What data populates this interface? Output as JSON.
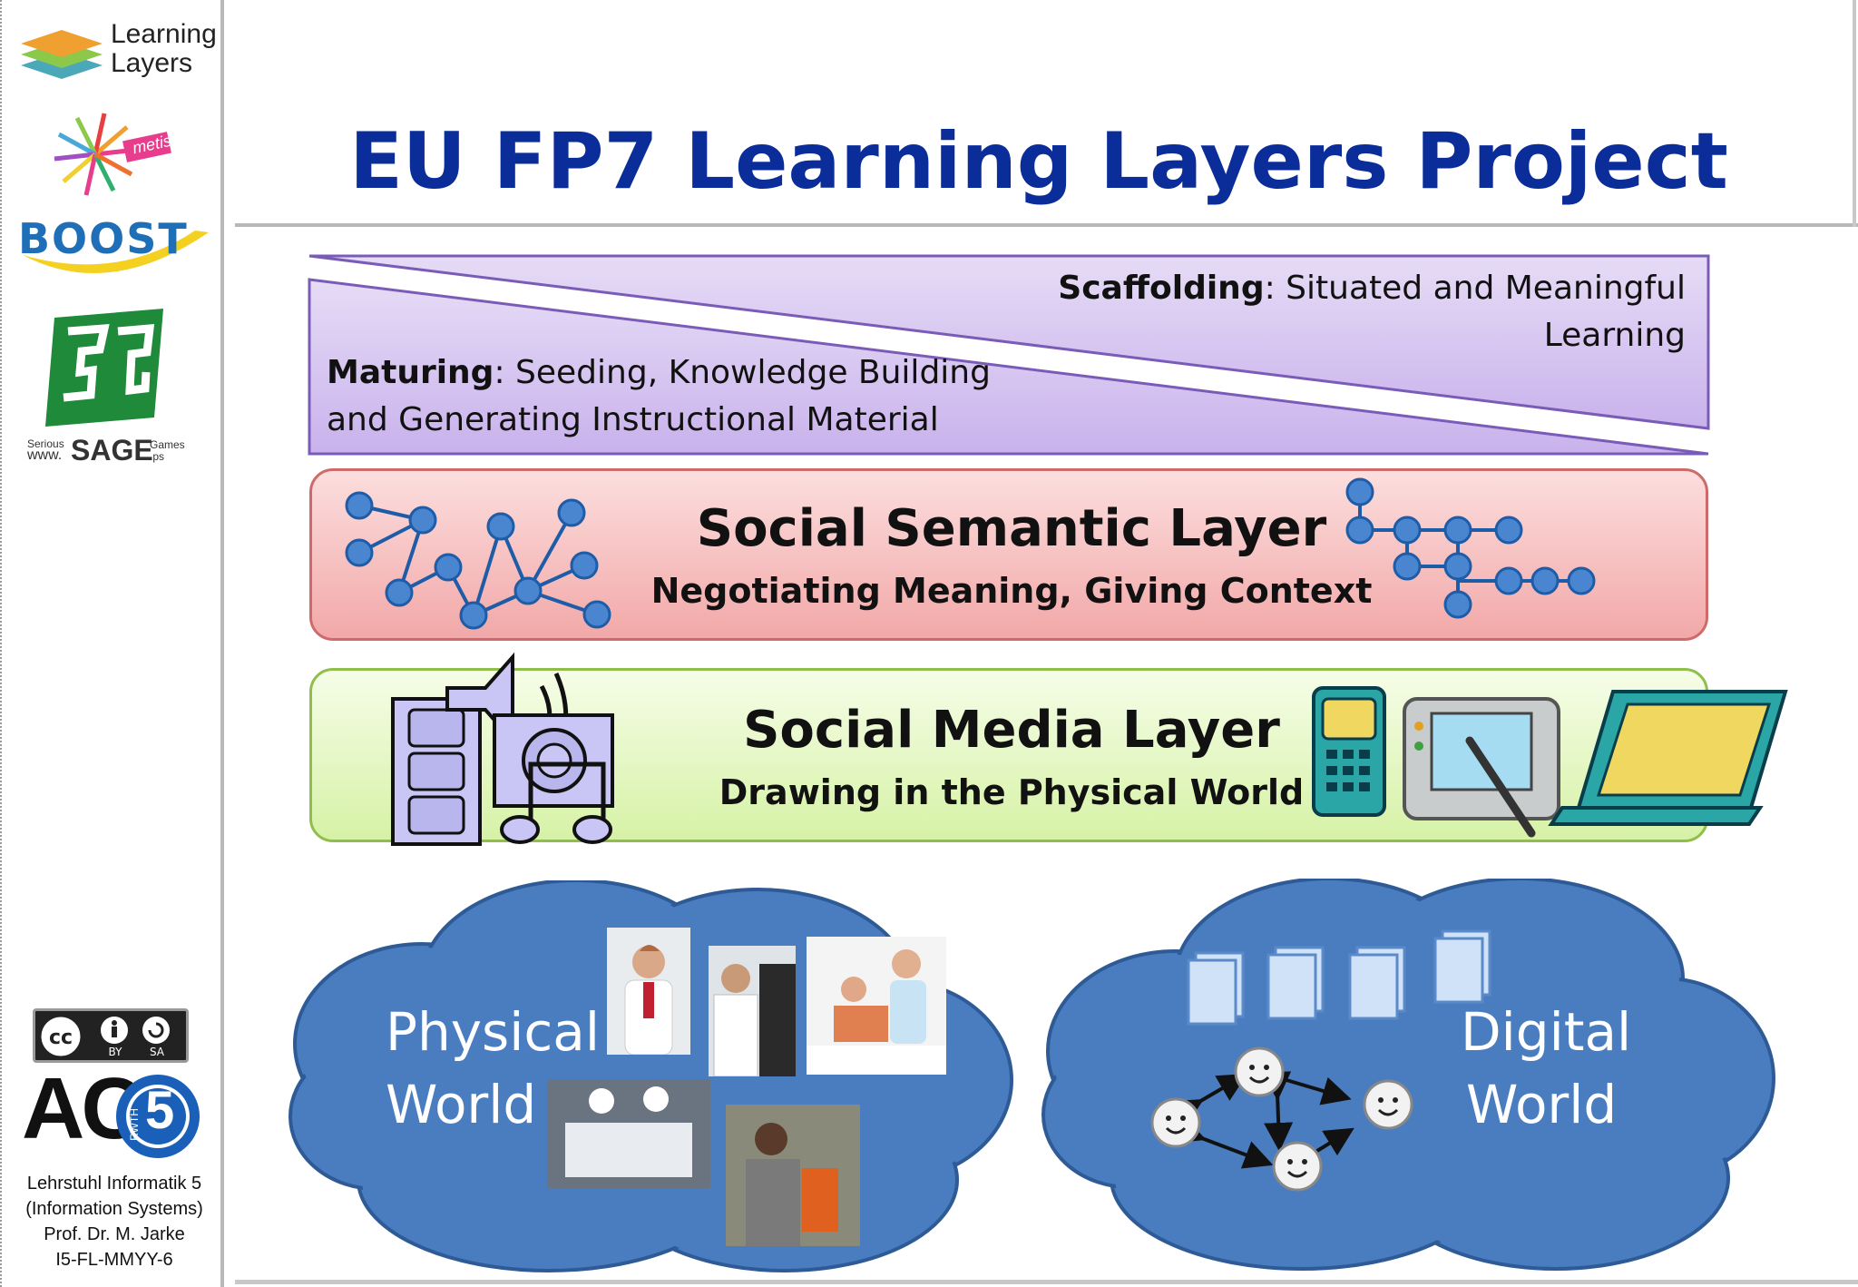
{
  "slide": {
    "title": "EU FP7 Learning Layers Project"
  },
  "sidebar": {
    "logo_learning_layers_line1": "Learning",
    "logo_learning_layers_line2": "Layers",
    "logo_metis": "metis",
    "logo_boost": "BOOST",
    "logo_sage_small": "Serious",
    "logo_sage_www": "www.",
    "logo_sage_name": "SAGE",
    "logo_sage_games": "Games",
    "logo_sage_ps": ".ps",
    "cc_by": "BY",
    "cc_sa": "SA",
    "ac_text": "AC",
    "rwth_num": "5",
    "rwth_text": "RWTH",
    "footer_line1": "Lehrstuhl Informatik 5",
    "footer_line2": "(Information Systems)",
    "footer_line3": "Prof. Dr. M. Jarke",
    "footer_line4": "I5-FL-MMYY-6"
  },
  "wedge": {
    "scaffolding_bold": "Scaffolding",
    "scaffolding_rest1": ": Situated and Meaningful",
    "scaffolding_rest2": "Learning",
    "maturing_bold": "Maturing",
    "maturing_rest1": ": Seeding, Knowledge Building",
    "maturing_rest2": "and Generating Instructional Material",
    "color": "#cdb8ee"
  },
  "semantic_layer": {
    "title": "Social Semantic Layer",
    "subtitle": "Negotiating Meaning, Giving Context",
    "color": "#f6b8b8"
  },
  "media_layer": {
    "title": "Social Media Layer",
    "subtitle": "Drawing in the Physical World",
    "color": "#dff6b8"
  },
  "physical_cloud": {
    "line1": "Physical",
    "line2": "World",
    "color": "#4a7cc0"
  },
  "digital_cloud": {
    "line1": "Digital",
    "line2": "World",
    "color": "#4a7cc0"
  }
}
